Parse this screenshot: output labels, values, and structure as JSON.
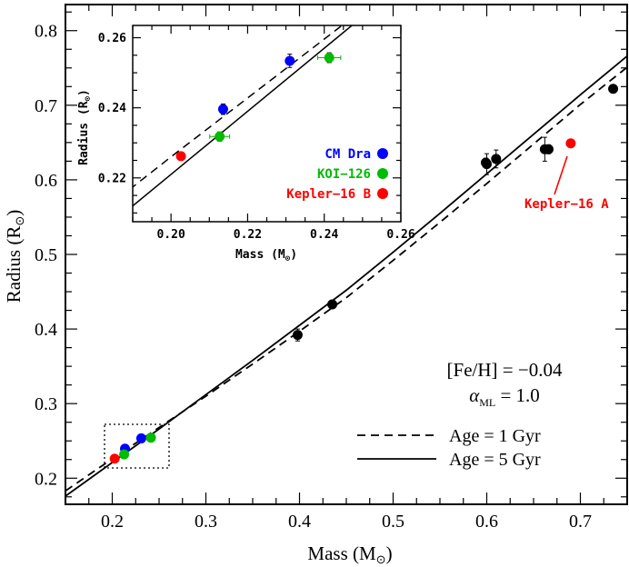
{
  "chart_data": [
    {
      "type": "scatter",
      "xlabel": "Mass (M",
      "xlabel_sub": "⊙",
      "ylabel": "Radius (R",
      "ylabel_sub": "⊙",
      "xlim": [
        0.15,
        0.75
      ],
      "ylim": [
        0.165,
        0.835
      ],
      "xticks": [
        0.2,
        0.3,
        0.4,
        0.5,
        0.6,
        0.7
      ],
      "yticks": [
        0.2,
        0.3,
        0.4,
        0.5,
        0.6,
        0.7,
        0.8
      ],
      "annotation": {
        "feh": "[Fe/H] = −0.04",
        "alpha_label": "α",
        "alpha_sub": "ML",
        "alpha_value": " = 1.0",
        "kepler16a": "Kepler−16 A"
      },
      "legend": [
        {
          "label": "Age = 1 Gyr",
          "style": "dashed"
        },
        {
          "label": "Age = 5 Gyr",
          "style": "solid"
        }
      ],
      "series": [
        {
          "name": "Age = 1 Gyr",
          "kind": "line",
          "style": "dashed",
          "x": [
            0.15,
            0.2,
            0.25,
            0.3,
            0.35,
            0.4,
            0.45,
            0.5,
            0.55,
            0.6,
            0.65,
            0.7,
            0.75
          ],
          "y": [
            0.183,
            0.226,
            0.268,
            0.31,
            0.353,
            0.397,
            0.442,
            0.492,
            0.543,
            0.595,
            0.648,
            0.701,
            0.751
          ]
        },
        {
          "name": "Age = 5 Gyr",
          "kind": "line",
          "style": "solid",
          "x": [
            0.15,
            0.2,
            0.25,
            0.3,
            0.35,
            0.4,
            0.45,
            0.5,
            0.55,
            0.6,
            0.65,
            0.7,
            0.75
          ],
          "y": [
            0.176,
            0.221,
            0.266,
            0.312,
            0.358,
            0.405,
            0.452,
            0.503,
            0.555,
            0.608,
            0.661,
            0.714,
            0.766
          ]
        },
        {
          "kind": "points",
          "color": "#000000",
          "points": [
            {
              "x": 0.398,
              "y": 0.392,
              "yerr": 0.008
            },
            {
              "x": 0.435,
              "y": 0.433,
              "yerr": 0.004
            },
            {
              "x": 0.599,
              "y": 0.623,
              "yerr": 0.006
            },
            {
              "x": 0.6,
              "y": 0.621,
              "yerr": 0.014
            },
            {
              "x": 0.61,
              "y": 0.628,
              "yerr": 0.012
            },
            {
              "x": 0.662,
              "y": 0.641,
              "yerr": 0.016
            },
            {
              "x": 0.666,
              "y": 0.641,
              "yerr": 0.006
            },
            {
              "x": 0.735,
              "y": 0.722,
              "yerr": 0.005
            }
          ]
        },
        {
          "name": "CM Dra",
          "kind": "points",
          "color": "#0000ff",
          "points": [
            {
              "x": 0.2136,
              "y": 0.2396,
              "yerr": 0.0015
            },
            {
              "x": 0.231,
              "y": 0.2534,
              "yerr": 0.0019
            }
          ]
        },
        {
          "name": "KOI−126",
          "kind": "points",
          "color": "#00bb00",
          "points": [
            {
              "x": 0.2127,
              "y": 0.2318,
              "xerr": 0.0026,
              "yerr": 0.0013
            },
            {
              "x": 0.2413,
              "y": 0.2543,
              "xerr": 0.003,
              "yerr": 0.0014
            }
          ]
        },
        {
          "name": "Kepler−16 B",
          "kind": "points",
          "color": "#ff0000",
          "points": [
            {
              "x": 0.2026,
              "y": 0.2262
            },
            {
              "x": 0.6897,
              "y": 0.6489
            }
          ]
        }
      ]
    },
    {
      "type": "scatter",
      "xlabel": "Mass (M",
      "xlabel_sub": "⊙",
      "ylabel": "Radius (R",
      "ylabel_sub": "⊙",
      "xlim": [
        0.19,
        0.26
      ],
      "ylim": [
        0.2075,
        0.2635
      ],
      "xticks": [
        0.2,
        0.22,
        0.24,
        0.26
      ],
      "yticks": [
        0.22,
        0.24,
        0.26
      ],
      "legend": [
        {
          "label": "CM Dra",
          "color": "#0000ff"
        },
        {
          "label": "KOI−126",
          "color": "#00bb00"
        },
        {
          "label": "Kepler−16 B",
          "color": "#ff0000"
        }
      ]
    }
  ]
}
